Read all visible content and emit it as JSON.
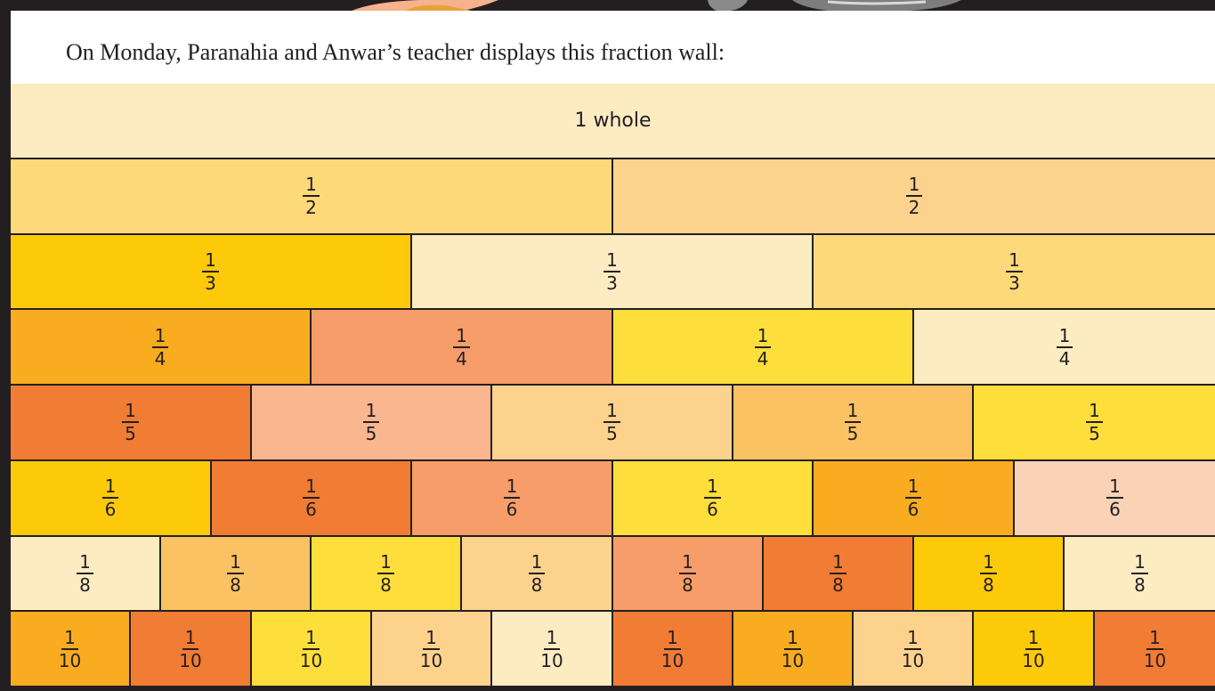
{
  "intro_text": "On Monday, Paranahia and Anwar’s teacher displays this fraction wall:",
  "colors": {
    "frame": "#231f20",
    "cream": "#fdebc2",
    "light_yellow": "#fed97a",
    "peach": "#fdd28d",
    "gold": "#fdca0a",
    "bright_yellow": "#fede3a",
    "orange": "#f9ac1f",
    "salmon": "#f69d6a",
    "light_salmon": "#f9b68f",
    "light_orange": "#fbc264",
    "dark_orange": "#f17c34",
    "blush": "#fad3b7"
  },
  "wall": [
    {
      "denominator": 1,
      "label": "1 whole",
      "colors": [
        "#fdebc2"
      ]
    },
    {
      "denominator": 2,
      "numerator": "1",
      "denominator_label": "2",
      "colors": [
        "#fed97a",
        "#fdd28d"
      ]
    },
    {
      "denominator": 3,
      "numerator": "1",
      "denominator_label": "3",
      "colors": [
        "#fdca0a",
        "#fdebc2",
        "#fed97a"
      ]
    },
    {
      "denominator": 4,
      "numerator": "1",
      "denominator_label": "4",
      "colors": [
        "#f9ac1f",
        "#f69d6a",
        "#fede3a",
        "#fdebc2"
      ]
    },
    {
      "denominator": 5,
      "numerator": "1",
      "denominator_label": "5",
      "colors": [
        "#f17c34",
        "#f9b68f",
        "#fdd28d",
        "#fbc264",
        "#fede3a"
      ]
    },
    {
      "denominator": 6,
      "numerator": "1",
      "denominator_label": "6",
      "colors": [
        "#fdca0a",
        "#f17c34",
        "#f69d6a",
        "#fede3a",
        "#f9ac1f",
        "#fad3b7"
      ]
    },
    {
      "denominator": 8,
      "numerator": "1",
      "denominator_label": "8",
      "colors": [
        "#fdebc2",
        "#fbc264",
        "#fede3a",
        "#fdd28d",
        "#f69d6a",
        "#f17c34",
        "#fdca0a",
        "#fdebc2"
      ]
    },
    {
      "denominator": 10,
      "numerator": "1",
      "denominator_label": "10",
      "colors": [
        "#f9ac1f",
        "#f17c34",
        "#fede3a",
        "#fdd28d",
        "#fdebc2",
        "#f17c34",
        "#f9ac1f",
        "#fdd28d",
        "#fdca0a",
        "#f17c34"
      ]
    }
  ]
}
